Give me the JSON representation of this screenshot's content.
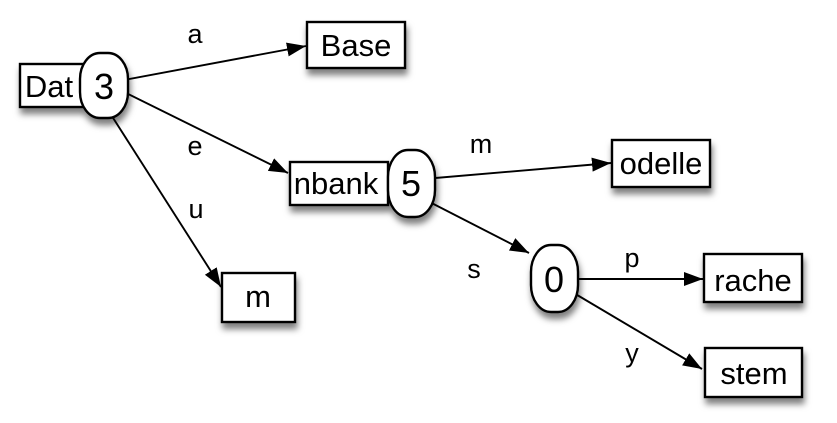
{
  "diagram": {
    "type": "radix-trie",
    "colors": {
      "stroke": "#000000",
      "node_fill": "#ffffff",
      "background": "#ffffff",
      "shadow": "rgba(0,0,0,0.5)"
    },
    "nodes": [
      {
        "id": "root",
        "label": "Dat",
        "count": "3"
      },
      {
        "id": "base",
        "label": "Base"
      },
      {
        "id": "nbank",
        "label": "nbank",
        "count": "5"
      },
      {
        "id": "m",
        "label": "m"
      },
      {
        "id": "odelle",
        "label": "odelle"
      },
      {
        "id": "n0",
        "count": "0"
      },
      {
        "id": "rache",
        "label": "rache"
      },
      {
        "id": "stem",
        "label": "stem"
      }
    ],
    "edges": [
      {
        "label": "a",
        "from": "root",
        "to": "base"
      },
      {
        "label": "e",
        "from": "root",
        "to": "nbank"
      },
      {
        "label": "u",
        "from": "root",
        "to": "m"
      },
      {
        "label": "m",
        "from": "nbank",
        "to": "odelle"
      },
      {
        "label": "s",
        "from": "nbank",
        "to": "n0"
      },
      {
        "label": "p",
        "from": "n0",
        "to": "rache"
      },
      {
        "label": "y",
        "from": "n0",
        "to": "stem"
      }
    ]
  }
}
